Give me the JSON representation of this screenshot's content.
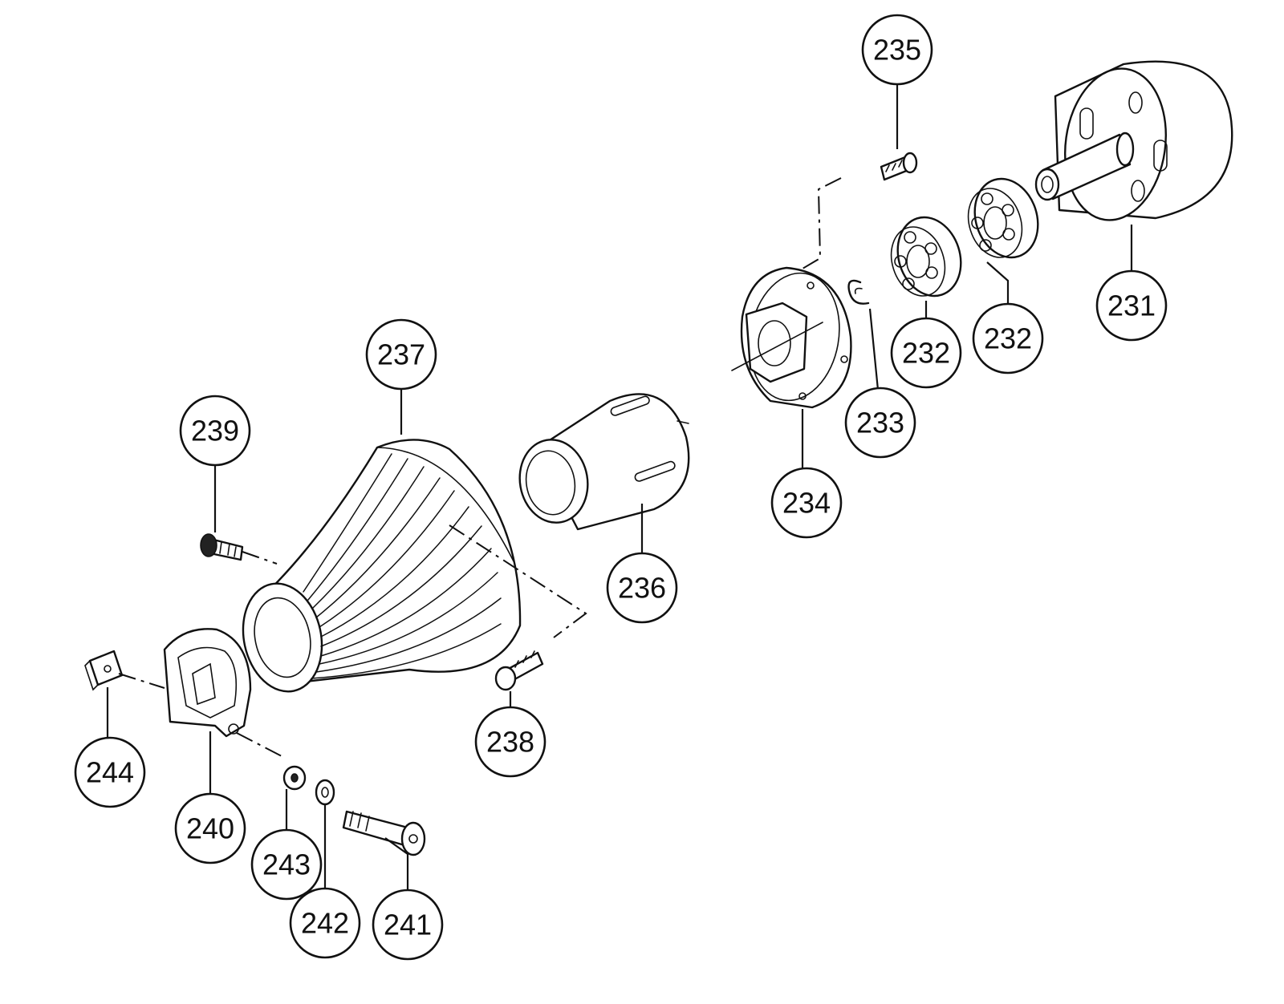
{
  "callouts": [
    {
      "id": "c231",
      "label": "231"
    },
    {
      "id": "c232a",
      "label": "232"
    },
    {
      "id": "c232b",
      "label": "232"
    },
    {
      "id": "c233",
      "label": "233"
    },
    {
      "id": "c234",
      "label": "234"
    },
    {
      "id": "c235",
      "label": "235"
    },
    {
      "id": "c236",
      "label": "236"
    },
    {
      "id": "c237",
      "label": "237"
    },
    {
      "id": "c238",
      "label": "238"
    },
    {
      "id": "c239",
      "label": "239"
    },
    {
      "id": "c240",
      "label": "240"
    },
    {
      "id": "c241",
      "label": "241"
    },
    {
      "id": "c242",
      "label": "242"
    },
    {
      "id": "c243",
      "label": "243"
    },
    {
      "id": "c244",
      "label": "244"
    }
  ]
}
